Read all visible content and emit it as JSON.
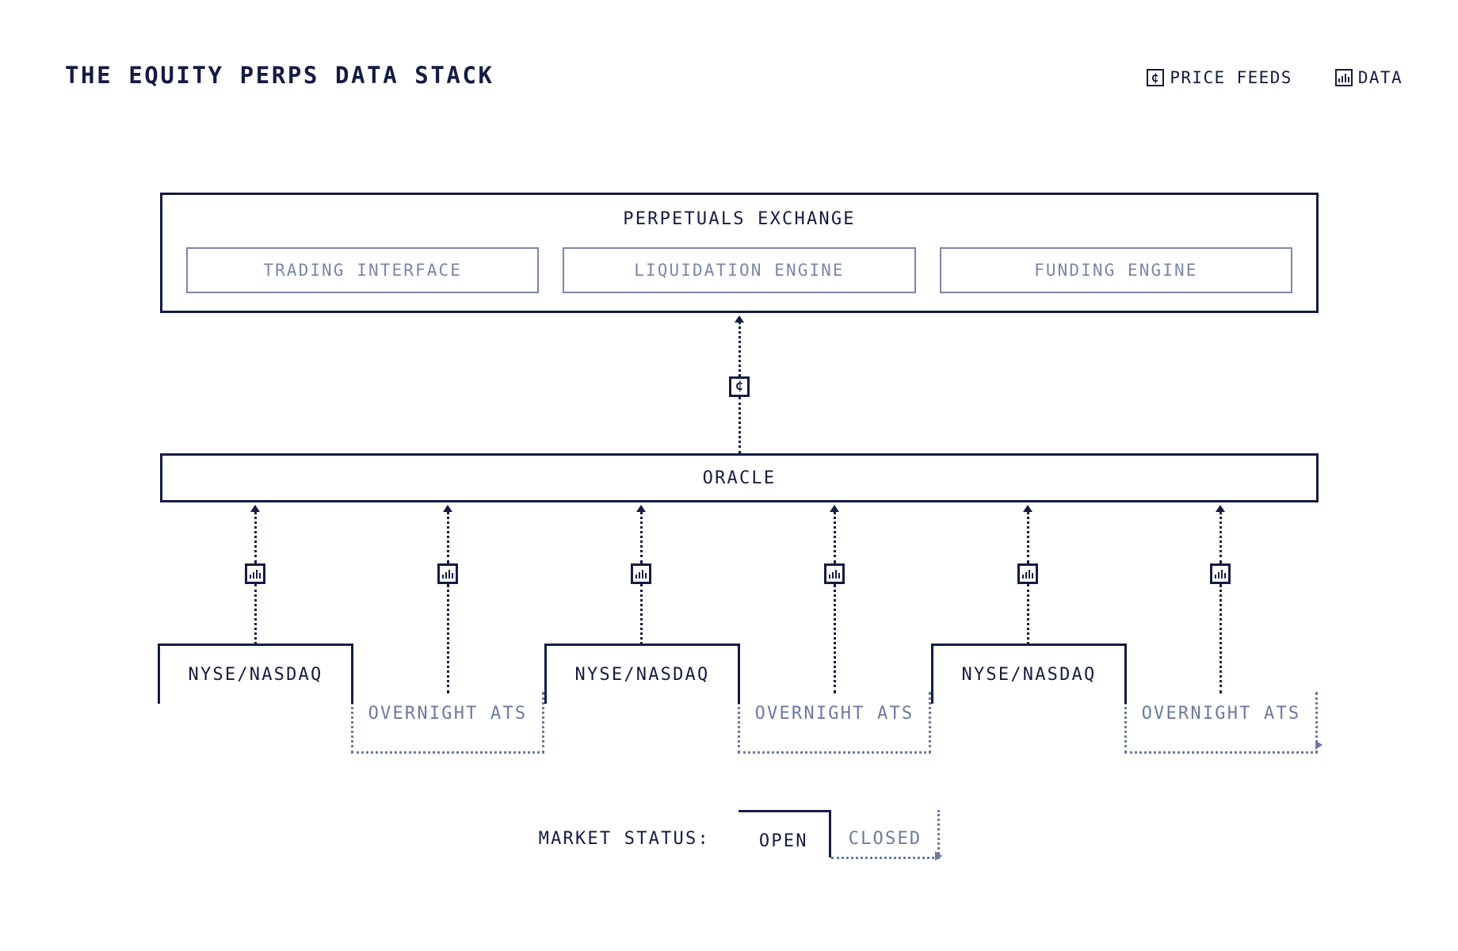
{
  "header": {
    "title": "THE EQUITY PERPS DATA STACK",
    "legend": [
      {
        "icon": "cent-icon",
        "label": "PRICE FEEDS"
      },
      {
        "icon": "bar-chart-icon",
        "label": "DATA"
      }
    ]
  },
  "diagram": {
    "exchange": {
      "title": "PERPETUALS EXCHANGE",
      "modules": [
        {
          "label": "TRADING INTERFACE"
        },
        {
          "label": "LIQUIDATION ENGINE"
        },
        {
          "label": "FUNDING ENGINE"
        }
      ]
    },
    "price_feed_link": {
      "icon": "cent-icon",
      "direction": "up"
    },
    "oracle": {
      "title": "ORACLE"
    },
    "data_links": [
      {
        "icon": "bar-chart-icon",
        "direction": "up"
      },
      {
        "icon": "bar-chart-icon",
        "direction": "up"
      },
      {
        "icon": "bar-chart-icon",
        "direction": "up"
      },
      {
        "icon": "bar-chart-icon",
        "direction": "up"
      },
      {
        "icon": "bar-chart-icon",
        "direction": "up"
      },
      {
        "icon": "bar-chart-icon",
        "direction": "up"
      }
    ],
    "venues": [
      {
        "label": "NYSE/NASDAQ",
        "type": "primary"
      },
      {
        "label": "OVERNIGHT ATS",
        "type": "overnight"
      },
      {
        "label": "NYSE/NASDAQ",
        "type": "primary"
      },
      {
        "label": "OVERNIGHT ATS",
        "type": "overnight"
      },
      {
        "label": "NYSE/NASDAQ",
        "type": "primary"
      },
      {
        "label": "OVERNIGHT ATS",
        "type": "overnight"
      }
    ],
    "market_status": {
      "label": "MARKET STATUS:",
      "open": "OPEN",
      "closed": "CLOSED"
    }
  },
  "colors": {
    "ink": "#131c42",
    "muted": "#7b87a8",
    "dotted": "#6b7a9e",
    "background": "#ffffff"
  }
}
